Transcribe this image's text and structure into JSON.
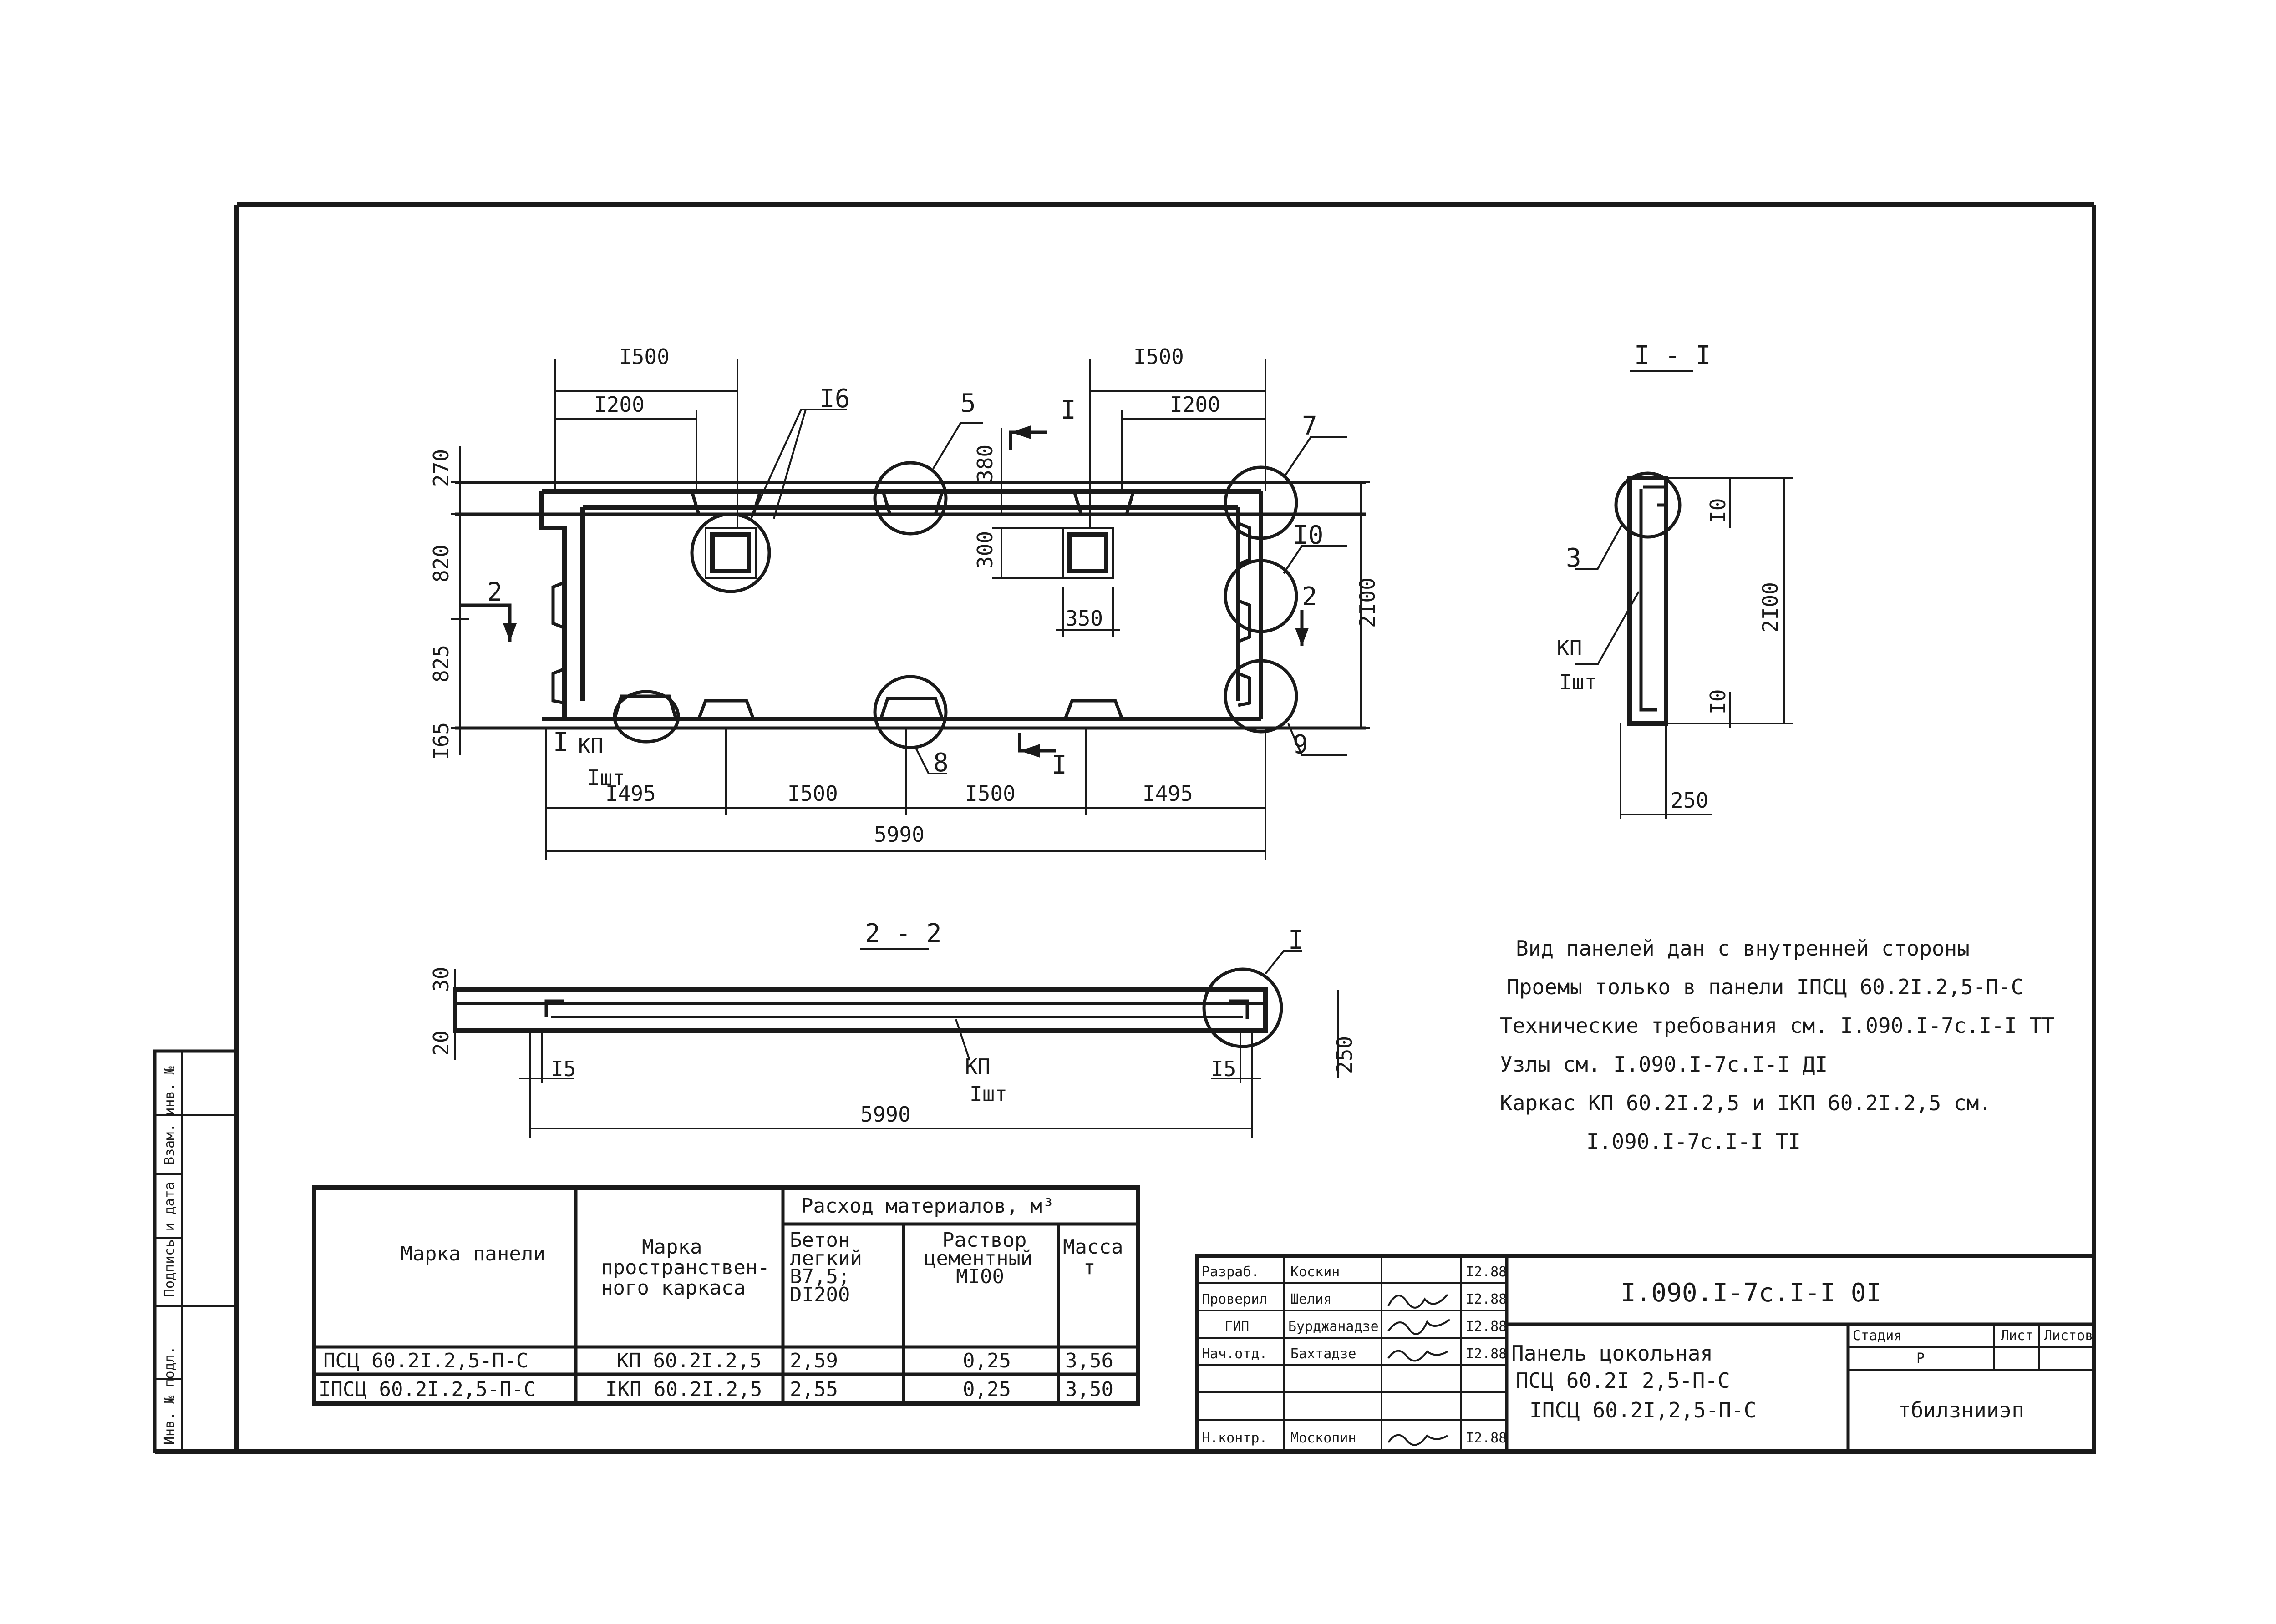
{
  "drawing": {
    "main_view": {
      "dims_top": [
        "I500",
        "I200",
        "I500",
        "I200"
      ],
      "dims_left": [
        "270",
        "820",
        "825",
        "I65"
      ],
      "dims_inner": [
        "380",
        "300",
        "350"
      ],
      "dims_right": "2I00",
      "dims_bottom": [
        "I495",
        "I500",
        "I500",
        "I495"
      ],
      "dim_total": "5990",
      "callouts": [
        "I6",
        "5",
        "7",
        "I0",
        "8",
        "9"
      ],
      "section_marks": [
        "I",
        "I",
        "I",
        "2",
        "2"
      ],
      "frame_label_main": "КП",
      "frame_label_sub": "Iшт"
    },
    "section_1": {
      "title": "I - I",
      "callout": "3",
      "label_main": "КП",
      "label_sub": "Iшт",
      "dims": [
        "I0",
        "2I00",
        "I0",
        "250"
      ]
    },
    "section_2": {
      "title": "2 - 2",
      "callout": "I",
      "label_main": "КП",
      "label_sub": "Iшт",
      "dims": [
        "30",
        "20",
        "250",
        "I5",
        "I5",
        "5990"
      ]
    }
  },
  "notes": [
    "Вид панелей дан с внутренней стороны",
    "Проемы только в панели IПСЦ 60.2I.2,5-П-С",
    "Технические требования см. I.090.I-7с.I-I ТТ",
    "Узлы см. I.090.I-7с.I-I ДI",
    "Каркас КП 60.2I.2,5 и IКП 60.2I.2,5 см.",
    "I.090.I-7с.I-I ТI"
  ],
  "spec_table": {
    "header_mark": "Марка панели",
    "header_frame": [
      "Марка",
      "пространствен-",
      "ного каркаса"
    ],
    "header_group": "Расход материалов, м³",
    "header_concrete": [
      "Бетон",
      "легкий",
      "В7,5;",
      "DI200"
    ],
    "header_mortar": [
      "Раствор",
      "цементный",
      "МI00"
    ],
    "header_mass": [
      "Масса",
      "т"
    ],
    "rows": [
      {
        "mark": "ПСЦ 60.2I.2,5-П-С",
        "frame": "КП 60.2I.2,5",
        "concrete": "2,59",
        "mortar": "0,25",
        "mass": "3,56"
      },
      {
        "mark": "IПСЦ 60.2I.2,5-П-С",
        "frame": "IКП 60.2I.2,5",
        "concrete": "2,55",
        "mortar": "0,25",
        "mass": "3,50"
      }
    ]
  },
  "title_block": {
    "doc_code": "I.090.I-7с.I-I 0I",
    "roles": [
      "Разраб.",
      "Проверил",
      "ГИП",
      "Нач.отд.",
      "",
      "",
      "Н.контр."
    ],
    "names": [
      "Коскин",
      "Шелия",
      "Бурджанадзе",
      "Бахтадзе",
      "",
      "",
      "Москопин"
    ],
    "dates": [
      "I2.88",
      "I2.88",
      "I2.88",
      "I2.88",
      "",
      "",
      "I2.88"
    ],
    "title_lines": [
      "Панель цокольная",
      "ПСЦ 60.2I 2,5-П-С",
      "IПСЦ 60.2I,2,5-П-С"
    ],
    "stage_header": "Стадия",
    "sheet_header": "Лист",
    "sheets_header": "Листов",
    "stage_value": "Р",
    "org": "тбилзнииэп"
  },
  "side_stamp": [
    "Инв. № подл.",
    "Подпись и дата",
    "Взам. инв. №"
  ]
}
